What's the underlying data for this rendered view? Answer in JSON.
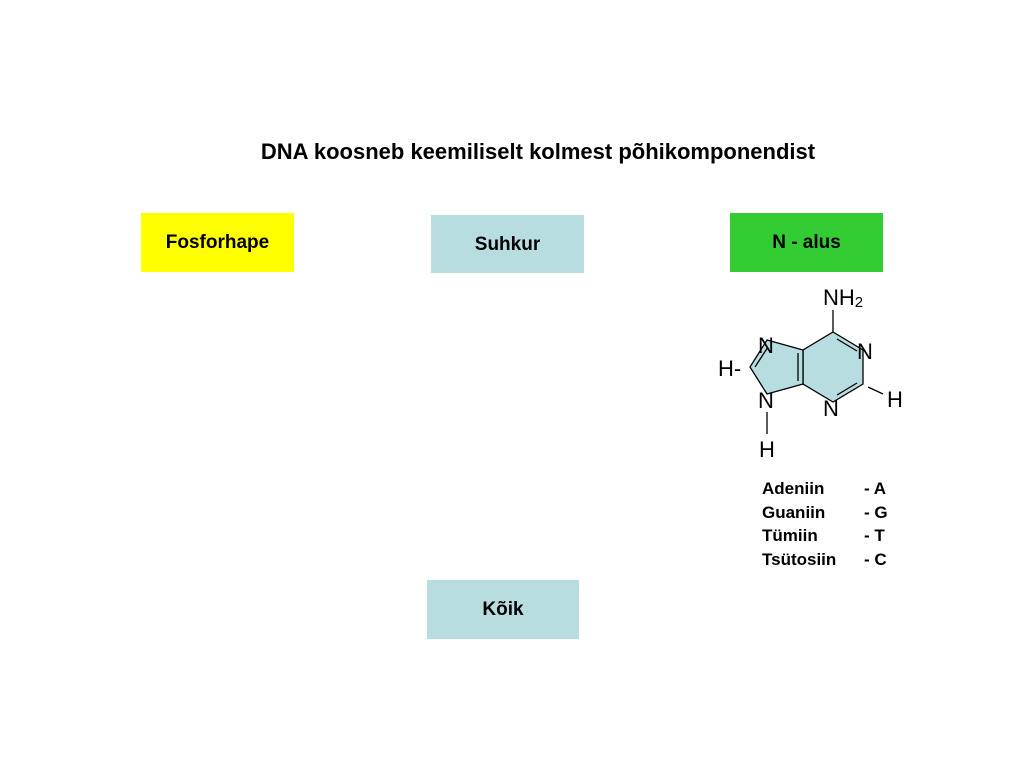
{
  "slide": {
    "title": "DNA koosneb keemiliselt kolmest põhikomponendist"
  },
  "options": {
    "fosforhape": "Fosforhape",
    "suhkur": "Suhkur",
    "n_alus": "N - alus",
    "koik": "Kõik"
  },
  "colors": {
    "fosforhape": "#ffff00",
    "suhkur": "#b8dde0",
    "n_alus": "#33cc33",
    "koik": "#b8dde0",
    "ring_fill": "#b8dde0"
  },
  "molecule": {
    "nh2": "NH",
    "nh2_sub": "2",
    "n_top_left": "N",
    "n_right": "N",
    "n_bottom_left": "N",
    "n_bottom": "N",
    "h_left": "H-",
    "h_right": "H",
    "h_bottom": "H"
  },
  "bases": [
    {
      "name": "Adeniin",
      "code": "- A"
    },
    {
      "name": "Guaniin",
      "code": "- G"
    },
    {
      "name": "Tümiin",
      "code": "- T"
    },
    {
      "name": "Tsütosiin",
      "code": "- C"
    }
  ]
}
